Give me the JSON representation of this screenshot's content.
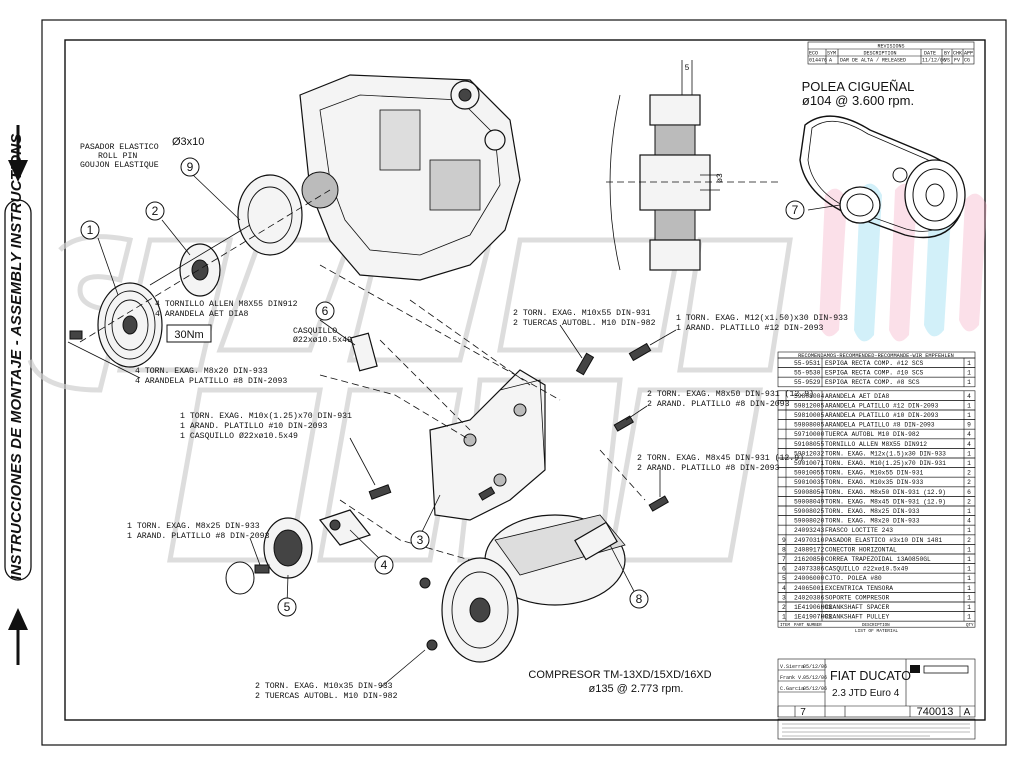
{
  "sidebar": {
    "title": "INSTRUCCIONES DE MONTAJE - ASSEMBLY INSTRUCTIONS"
  },
  "revisions": {
    "header": "REVISIONS",
    "columns": [
      "ECO",
      "SYM",
      "DESCRIPTION",
      "DATE",
      "BY",
      "CHK",
      "APP"
    ],
    "row": [
      "014476",
      "A",
      "DAR DE ALTA / RELEASED",
      "11/12/06",
      "VS",
      "FV",
      "CG"
    ]
  },
  "pulley": {
    "title": "POLEA CIGUEÑAL",
    "spec": "ø104 @ 3.600 rpm."
  },
  "dimensions": {
    "d5": "5",
    "d3": "ø3"
  },
  "pin_label": {
    "es": "PASADOR ELASTICO",
    "en": "ROLL PIN",
    "fr": "GOUJON ELASTIQUE",
    "size": "Ø3x10"
  },
  "torque": "30Nm",
  "annotations": {
    "allen": [
      "4 TORNILLO ALLEN M8X55 DIN912",
      "4 ARANDELA AET DIA8"
    ],
    "casquillo": [
      "CASQUILLO",
      "Ø22xø10.5x49"
    ],
    "m8x20": [
      "4 TORN. EXAG. M8x20 DIN-933",
      "4 ARANDELA PLATILLO #8 DIN-2093"
    ],
    "m10x125": [
      "1 TORN. EXAG. M10x(1.25)x70 DIN-931",
      "1 ARAND. PLATILLO #10 DIN-2093",
      "1 CASQUILLO Ø22xø10.5x49"
    ],
    "m8x25": [
      "1 TORN. EXAG. M8x25 DIN-933",
      "1 ARAND. PLATILLO #8 DIN-2093"
    ],
    "m10x55": [
      "2 TORN. EXAG. M10x55 DIN-931",
      "2 TUERCAS AUTOBL. M10 DIN-982"
    ],
    "m12": [
      "1 TORN. EXAG. M12(x1.50)x30 DIN-933",
      "1 ARAND. PLATILLO #12 DIN-2093"
    ],
    "m8x50": [
      "2 TORN. EXAG. M8x50 DIN-931 (12.9)",
      "2 ARAND. PLATILLO #8 DIN-2093"
    ],
    "m8x45": [
      "2 TORN. EXAG. M8x45 DIN-931 (12.9)",
      "2 ARAND. PLATILLO #8 DIN-2093"
    ],
    "m10x35": [
      "2 TORN. EXAG. M10x35 DIN-933",
      "2 TUERCAS AUTOBL. M10 DIN-982"
    ]
  },
  "compressor": {
    "title": "COMPRESOR TM-13XD/15XD/16XD",
    "spec": "ø135 @ 2.773 rpm."
  },
  "callouts": [
    "1",
    "2",
    "3",
    "4",
    "5",
    "6",
    "7",
    "8",
    "9"
  ],
  "bom": {
    "header": "RECOMENDAMOS-RECOMMENDED-RECOMMANDE-WIR EMPFEHLEN",
    "recommended": [
      {
        "code": "55-9531",
        "desc": "ESPIGA RECTA COMP. #12 SCS",
        "qty": "1"
      },
      {
        "code": "55-9530",
        "desc": "ESPIGA RECTA COMP. #10 SCS",
        "qty": "1"
      },
      {
        "code": "55-9529",
        "desc": "ESPIGA RECTA COMP. #8 SCS",
        "qty": "1"
      }
    ],
    "items": [
      {
        "item": "",
        "code": "59808004",
        "desc": "ARANDELA AET DIA8",
        "qty": "4"
      },
      {
        "item": "",
        "code": "59812005",
        "desc": "ARANDELA PLATILLO #12 DIN-2093",
        "qty": "1"
      },
      {
        "item": "",
        "code": "59810005",
        "desc": "ARANDELA PLATILLO #10 DIN-2093",
        "qty": "1"
      },
      {
        "item": "",
        "code": "59808005",
        "desc": "ARANDELA PLATILLO #8 DIN-2093",
        "qty": "9"
      },
      {
        "item": "",
        "code": "59710000",
        "desc": "TUERCA AUTOBL M10 DIN-982",
        "qty": "4"
      },
      {
        "item": "",
        "code": "59108055",
        "desc": "TORNILLO ALLEN M8X55 DIN912",
        "qty": "4"
      },
      {
        "item": "",
        "code": "59012032",
        "desc": "TORN. EXAG. M12x(1.5)x30 DIN-933",
        "qty": "1"
      },
      {
        "item": "",
        "code": "59010071",
        "desc": "TORN. EXAG. M10(1.25)x70 DIN-931",
        "qty": "1"
      },
      {
        "item": "",
        "code": "59010055",
        "desc": "TORN. EXAG. M10x55 DIN-931",
        "qty": "2"
      },
      {
        "item": "",
        "code": "59010035",
        "desc": "TORN. EXAG. M10x35 DIN-933",
        "qty": "2"
      },
      {
        "item": "",
        "code": "59008054",
        "desc": "TORN. EXAG. M8x50 DIN-931 (12.9)",
        "qty": "6"
      },
      {
        "item": "",
        "code": "59008049",
        "desc": "TORN. EXAG. M8x45 DIN-931 (12.9)",
        "qty": "2"
      },
      {
        "item": "",
        "code": "59008025",
        "desc": "TORN. EXAG. M8x25 DIN-933",
        "qty": "1"
      },
      {
        "item": "",
        "code": "59008020",
        "desc": "TORN. EXAG. M8x20 DIN-933",
        "qty": "4"
      },
      {
        "item": "",
        "code": "24093243",
        "desc": "FRASCO LOCTITE 243",
        "qty": "1"
      },
      {
        "item": "9",
        "code": "24970310",
        "desc": "PASADOR ELASTICO #3x10 DIN 1481",
        "qty": "2"
      },
      {
        "item": "8",
        "code": "24089172",
        "desc": "CONECTOR HORIZONTAL",
        "qty": "1"
      },
      {
        "item": "7",
        "code": "21620850",
        "desc": "CORREA TRAPEZOIDAL 13A0850GL",
        "qty": "1"
      },
      {
        "item": "6",
        "code": "24073386",
        "desc": "CASQUILLO #22xø10.5x49",
        "qty": "1"
      },
      {
        "item": "5",
        "code": "24006000",
        "desc": "CJTO. POLEA #80",
        "qty": "1"
      },
      {
        "item": "4",
        "code": "24065001",
        "desc": "EXCENTRICA TENSORA",
        "qty": "1"
      },
      {
        "item": "3",
        "code": "24020386",
        "desc": "SOPORTE COMPRESOR",
        "qty": "1"
      },
      {
        "item": "2",
        "code": "1E41906H01",
        "desc": "CRANKSHAFT SPACER",
        "qty": "1"
      },
      {
        "item": "1",
        "code": "1E41907H01",
        "desc": "CRANKSHAFT PULLEY",
        "qty": "1"
      }
    ],
    "footer_cols": [
      "ITEM",
      "PART NUMBER",
      "DESCRIPTION",
      "QTY"
    ],
    "footer_title": "LIST OF MATERIAL"
  },
  "titleblock": {
    "vehicle": "FIAT DUCATO",
    "engine": "2.3 JTD Euro 4",
    "drawing_number": "740013",
    "rev": "A",
    "sheet": "7",
    "drawn_rows": [
      {
        "name": "V.Sierra",
        "date": "05/12/06"
      },
      {
        "name": "Frank V.",
        "date": "05/12/06"
      },
      {
        "name": "C.Garcia",
        "date": "05/12/06"
      }
    ]
  },
  "watermark": "CLIM",
  "colors": {
    "ink": "#111111",
    "watermark": "#cfcfcf",
    "blue": "#7fd3ee",
    "pink": "#f4a6c0"
  }
}
